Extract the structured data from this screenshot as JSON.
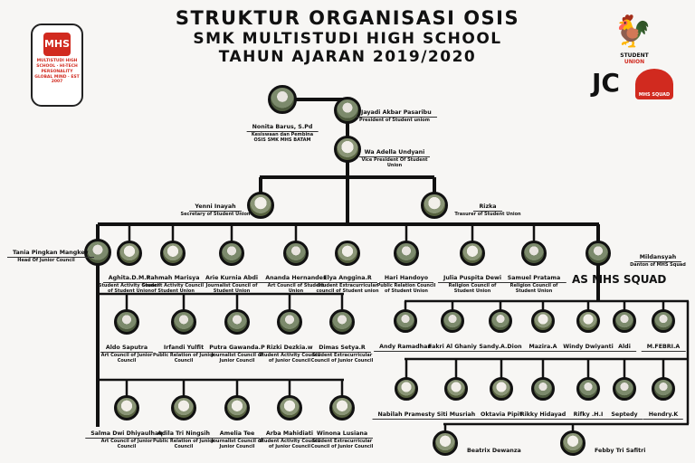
{
  "header": {
    "title_line1": "STRUKTUR ORGANISASI OSIS",
    "title_line2": "SMK MULTISTUDI HIGH SCHOOL",
    "title_line3": "TAHUN AJARAN 2019/2020"
  },
  "logos": {
    "left": {
      "mark": "MHS",
      "text": "MULTISTUDI HIGH SCHOOL · HI-TECH PERSONALITY GLOBAL MIND · EST 2007"
    },
    "right": {
      "student_union": "STUDENT",
      "union": "UNION",
      "junior_council": "JC",
      "squad": "MHS SQUAD"
    }
  },
  "colors": {
    "accent": "#d12a1f",
    "line": "#111111",
    "background": "#f7f6f4"
  },
  "squad_heading": "AS MHS SQUAD",
  "leaders": [
    {
      "name": "Nonita Barus, S.Pd",
      "role": "Kesiswaan dan Pembina OSIS SMK MHS BATAM"
    },
    {
      "name": "Jayadi Akbar Pasaribu",
      "role": "President of Student uniom"
    },
    {
      "name": "Wa Adella Undyani",
      "role": "Vice President Of Student Union"
    },
    {
      "name": "Yenni Inayah",
      "role": "Secretary of Student Union"
    },
    {
      "name": "Rizka",
      "role": "Trasurer of Student Union"
    }
  ],
  "councils": [
    {
      "name": "Tania Pingkan Mangkey",
      "role": "Head Of Junior Council"
    },
    {
      "name": "Aghita.D.M.P",
      "role": "Student Activity Council of Student Union"
    },
    {
      "name": "Rahmah Marisya",
      "role": "Student Activity Council of Student Union"
    },
    {
      "name": "Arie Kurnia Abdi",
      "role": "Journalist Council of Student Union"
    },
    {
      "name": "Ananda Hernandes",
      "role": "Art Council of Student Union"
    },
    {
      "name": "Elya Anggina.R",
      "role": "Student Extracurricular council of Student union"
    },
    {
      "name": "Hari Handoyo",
      "role": "Public Relation Council of Student Union"
    },
    {
      "name": "Julia Puspita Dewi",
      "role": "Religion Council of Student Union"
    },
    {
      "name": "Samuel Pratama",
      "role": "Religion Council of Student Union"
    },
    {
      "name": "Mildansyah",
      "role": "Danton of MHS Squad"
    }
  ],
  "junior_row1": [
    {
      "name": "Aldo Saputra",
      "role": "Art Council of Junior Council"
    },
    {
      "name": "Irfandi Yulfit",
      "role": "Public Relation of Junior Council"
    },
    {
      "name": "Putra Gawanda.P",
      "role": "Journalist Council of Junior Council"
    },
    {
      "name": "Rizki Dezkia.w",
      "role": "Student Activity Council of Junior Council"
    },
    {
      "name": "Dimas Setya.R",
      "role": "Student Extracurricular Council of Junior Council"
    }
  ],
  "junior_row2": [
    {
      "name": "Salma Dwi Dhiyaulhaq",
      "role": "Art Council of Junior Council"
    },
    {
      "name": "Adila Tri Ningsih",
      "role": "Public Relation of Junior Council"
    },
    {
      "name": "Amelia Tee",
      "role": "Journalist Council of Junior Council"
    },
    {
      "name": "Arba Mahidiati",
      "role": "Student Activity Council of Junior Council"
    },
    {
      "name": "Winona Lusiana",
      "role": "Student Extracurricular Council of Junior Council"
    }
  ],
  "squad_row1": [
    {
      "name": "Andy Ramadhan"
    },
    {
      "name": "Fakri Al Ghaniy"
    },
    {
      "name": "Sandy.A.Dion"
    },
    {
      "name": "Mazira.A"
    },
    {
      "name": "Windy Dwiyanti"
    },
    {
      "name": "Aldi"
    },
    {
      "name": "M.FEBRI.A"
    }
  ],
  "squad_row2": [
    {
      "name": "Nabilah Pramesty"
    },
    {
      "name": "Siti Musriah"
    },
    {
      "name": "Oktavia Pipit"
    },
    {
      "name": "Rikky Hidayad"
    },
    {
      "name": "Rifky .H.I"
    },
    {
      "name": "Septedy"
    },
    {
      "name": "Hendry.K"
    }
  ],
  "squad_row3": [
    {
      "name": "Beatrix Dewanza"
    },
    {
      "name": "Febby Tri Safitri"
    }
  ]
}
